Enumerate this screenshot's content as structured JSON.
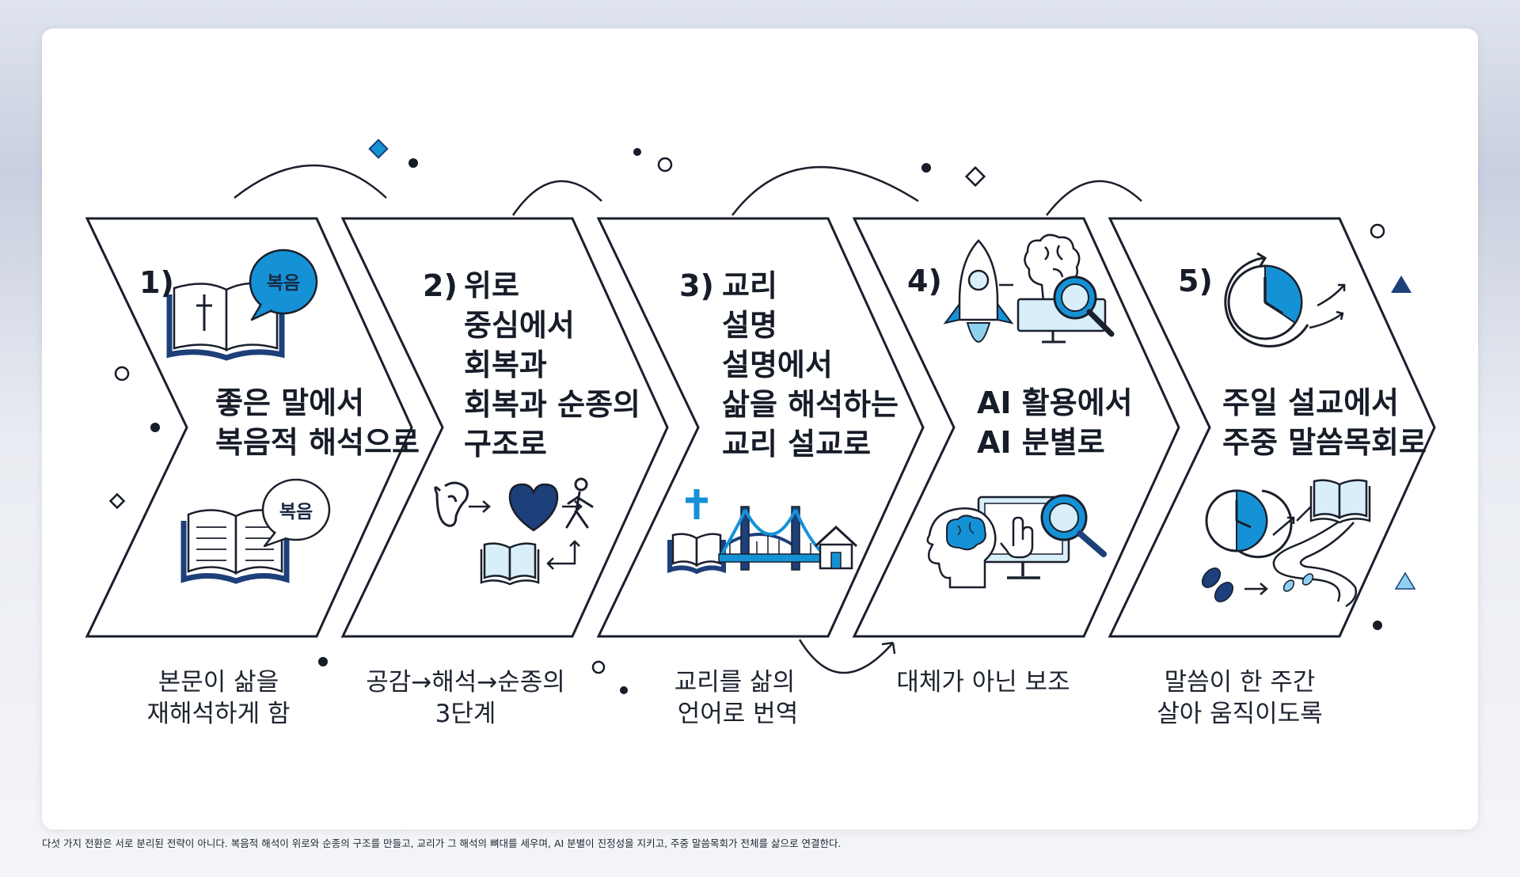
{
  "colors": {
    "ink": "#161c28",
    "navy": "#1d3f7a",
    "blue": "#1592d6",
    "light_blue": "#d8eef9"
  },
  "steps": [
    {
      "number": "1)",
      "title_lines": [
        "좋은 말에서",
        "복음적 해석으로"
      ],
      "subtitle_lines": [
        "본문이 삶을",
        "재해석하게 함"
      ],
      "icon_labels": [
        "복음",
        "복음"
      ],
      "icons": [
        "bible-cross-icon",
        "speech-bubble-icon",
        "open-book-icon"
      ]
    },
    {
      "number": "2)",
      "title_lines": [
        "위로",
        "중심에서",
        "회복과",
        "회복과 순종의",
        "구조로"
      ],
      "subtitle_lines": [
        "공감→해석→순종의",
        "3단계"
      ],
      "icons": [
        "ear-icon",
        "heart-icon",
        "walking-person-icon",
        "open-book-icon"
      ]
    },
    {
      "number": "3)",
      "title_lines": [
        "교리",
        "설명",
        "설명에서",
        "삶을 해석하는",
        "교리 설교로"
      ],
      "subtitle_lines": [
        "교리를 삶의",
        "언어로 번역"
      ],
      "icons": [
        "bible-cross-icon",
        "bridge-icon",
        "house-icon"
      ]
    },
    {
      "number": "4)",
      "title_lines": [
        "AI 활용에서",
        "AI 분별로"
      ],
      "subtitle_lines": [
        "대체가 아닌 보조"
      ],
      "icons": [
        "rocket-icon",
        "brain-icon",
        "magnifier-icon",
        "monitor-icon",
        "head-brain-icon"
      ]
    },
    {
      "number": "5)",
      "title_lines": [
        "주일 설교에서",
        "주중 말씀목회로"
      ],
      "subtitle_lines": [
        "말씀이 한 주간",
        "살아 움직이도록"
      ],
      "icons": [
        "clock-icon",
        "road-icon",
        "footprints-icon",
        "open-book-icon"
      ]
    }
  ],
  "caption": "다섯 가지 전환은 서로 분리된 전략이 아니다. 복음적 해석이 위로와 순종의 구조를 만들고, 교리가 그 해석의 뼈대를 세우며, AI 분별이 진정성을 지키고, 주중 말씀목회가 전체를 삶으로 연결한다."
}
